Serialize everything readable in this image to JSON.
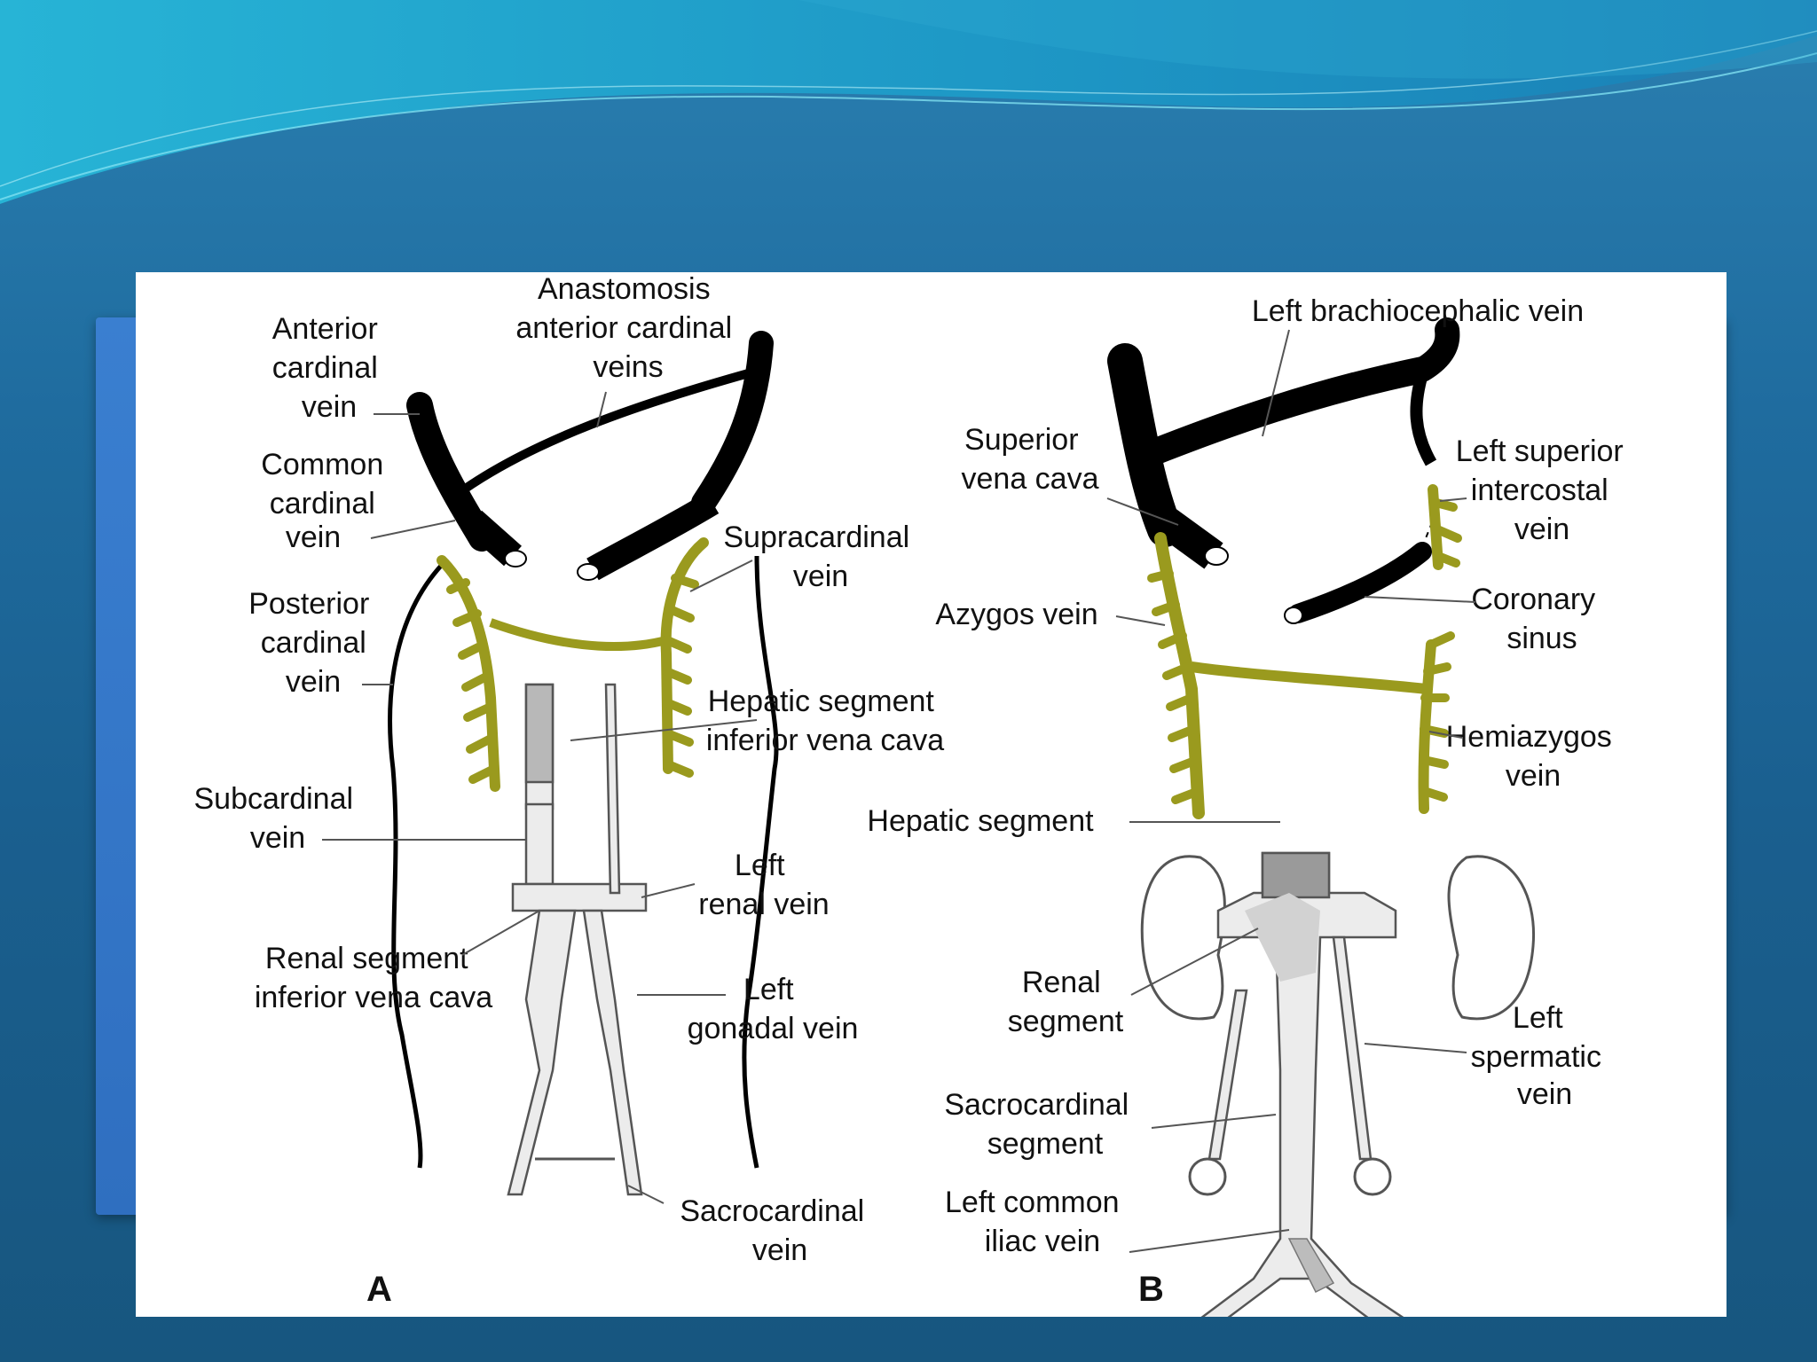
{
  "slide": {
    "background_color": "#1f6c9f",
    "panel_color": "#3a7fd0"
  },
  "figure": {
    "colors": {
      "cardinal": "#000000",
      "supracardinal": "#9a9a1e",
      "subcardinal": "#e6e6e6",
      "outline": "#555555"
    },
    "panel_a": {
      "letter": "A",
      "labels": {
        "anastomosis": [
          "Anastomosis",
          "anterior cardinal",
          "veins"
        ],
        "anterior_cardinal": [
          "Anterior",
          "cardinal",
          "vein"
        ],
        "common_cardinal": [
          "Common",
          "cardinal",
          "vein"
        ],
        "posterior_cardinal": [
          "Posterior",
          "cardinal",
          "vein"
        ],
        "supracardinal": [
          "Supracardinal",
          "vein"
        ],
        "hepatic_segment_ivc": [
          "Hepatic segment",
          "inferior vena cava"
        ],
        "subcardinal": [
          "Subcardinal",
          "vein"
        ],
        "left_renal": [
          "Left",
          "renal vein"
        ],
        "renal_segment_ivc": [
          "Renal segment",
          "inferior vena cava"
        ],
        "left_gonadal": [
          "Left",
          "gonadal vein"
        ],
        "sacrocardinal": [
          "Sacrocardinal",
          "vein"
        ]
      }
    },
    "panel_b": {
      "letter": "B",
      "labels": {
        "left_brachiocephalic": [
          "Left brachiocephalic vein"
        ],
        "superior_vena_cava": [
          "Superior",
          "vena cava"
        ],
        "left_superior_intercostal": [
          "Left superior",
          "intercostal",
          "vein"
        ],
        "azygos": [
          "Azygos vein"
        ],
        "coronary_sinus": [
          "Coronary",
          "sinus"
        ],
        "hemiazygos": [
          "Hemiazygos",
          "vein"
        ],
        "hepatic_segment": [
          "Hepatic segment"
        ],
        "renal_segment": [
          "Renal",
          "segment"
        ],
        "left_spermatic": [
          "Left",
          "spermatic",
          "vein"
        ],
        "sacrocardinal_segment": [
          "Sacrocardinal",
          "segment"
        ],
        "left_common_iliac": [
          "Left common",
          "iliac vein"
        ]
      }
    }
  }
}
